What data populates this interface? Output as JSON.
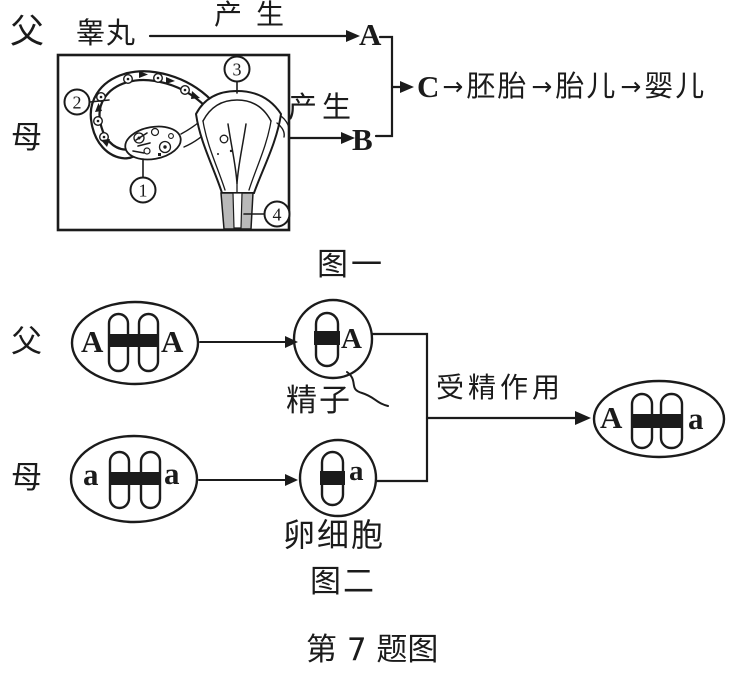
{
  "fig1": {
    "father_label": "父",
    "mother_label": "母",
    "testis_label": "睾丸",
    "produce_top_label": "产生",
    "produce_mid_label": "产生",
    "gamete_a": "A",
    "gamete_b": "B",
    "flow": {
      "zygote": "C",
      "arrow": "→",
      "embryo": "胚胎",
      "fetus": "胎儿",
      "baby": "婴儿"
    },
    "organ_numbers": [
      "1",
      "2",
      "3",
      "4"
    ],
    "caption": "图一"
  },
  "fig2": {
    "father_label": "父",
    "mother_label": "母",
    "father_cell_alleles": {
      "left": "A",
      "right": "A"
    },
    "mother_cell_alleles": {
      "left": "a",
      "right": "a"
    },
    "sperm_allele": "A",
    "egg_allele": "a",
    "sperm_label": "精子",
    "egg_label": "卵细胞",
    "fertilization_label": "受精作用",
    "zygote_alleles": {
      "left": "A",
      "right": "a"
    },
    "caption": "图二"
  },
  "caption": "第 7 题图",
  "colors": {
    "ink": "#1b1b1b",
    "vagina_gray": "#b9b9b9"
  }
}
